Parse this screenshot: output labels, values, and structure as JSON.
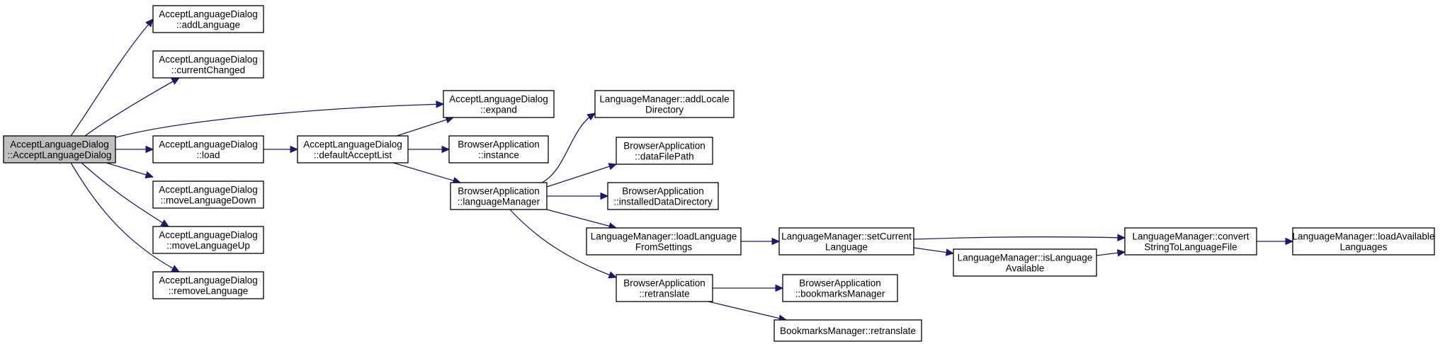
{
  "colors": {
    "edge": "#191970",
    "node_border": "#000000",
    "node_fill": "#ffffff",
    "root_fill": "#bfbfbf",
    "background": "#ffffff"
  },
  "nodes": [
    {
      "id": "n0",
      "lines": [
        "AcceptLanguageDialog",
        "::AcceptLanguageDialog"
      ],
      "root": true
    },
    {
      "id": "n1",
      "lines": [
        "AcceptLanguageDialog",
        "::addLanguage"
      ]
    },
    {
      "id": "n2",
      "lines": [
        "AcceptLanguageDialog",
        "::currentChanged"
      ]
    },
    {
      "id": "n3",
      "lines": [
        "AcceptLanguageDialog",
        "::load"
      ]
    },
    {
      "id": "n4",
      "lines": [
        "AcceptLanguageDialog",
        "::moveLanguageDown"
      ]
    },
    {
      "id": "n5",
      "lines": [
        "AcceptLanguageDialog",
        "::moveLanguageUp"
      ]
    },
    {
      "id": "n6",
      "lines": [
        "AcceptLanguageDialog",
        "::removeLanguage"
      ]
    },
    {
      "id": "n7",
      "lines": [
        "AcceptLanguageDialog",
        "::expand"
      ]
    },
    {
      "id": "n8",
      "lines": [
        "AcceptLanguageDialog",
        "::defaultAcceptList"
      ]
    },
    {
      "id": "n9",
      "lines": [
        "BrowserApplication",
        "::instance"
      ]
    },
    {
      "id": "n10",
      "lines": [
        "BrowserApplication",
        "::languageManager"
      ]
    },
    {
      "id": "n11",
      "lines": [
        "LanguageManager::addLocale",
        "Directory"
      ]
    },
    {
      "id": "n12",
      "lines": [
        "BrowserApplication",
        "::dataFilePath"
      ]
    },
    {
      "id": "n13",
      "lines": [
        "BrowserApplication",
        "::installedDataDirectory"
      ]
    },
    {
      "id": "n14",
      "lines": [
        "LanguageManager::loadLanguage",
        "FromSettings"
      ]
    },
    {
      "id": "n15",
      "lines": [
        "BrowserApplication",
        "::retranslate"
      ]
    },
    {
      "id": "n16",
      "lines": [
        "LanguageManager::setCurrent",
        "Language"
      ]
    },
    {
      "id": "n17",
      "lines": [
        "BrowserApplication",
        "::bookmarksManager"
      ]
    },
    {
      "id": "n18",
      "lines": [
        "BookmarksManager::retranslate"
      ]
    },
    {
      "id": "n19",
      "lines": [
        "LanguageManager::isLanguage",
        "Available"
      ]
    },
    {
      "id": "n20",
      "lines": [
        "LanguageManager::convert",
        "StringToLanguageFile"
      ]
    },
    {
      "id": "n21",
      "lines": [
        "LanguageManager::loadAvailable",
        "Languages"
      ]
    }
  ],
  "edges": [
    {
      "from": "n0",
      "to": "n1"
    },
    {
      "from": "n0",
      "to": "n2"
    },
    {
      "from": "n0",
      "to": "n7"
    },
    {
      "from": "n0",
      "to": "n3"
    },
    {
      "from": "n0",
      "to": "n4"
    },
    {
      "from": "n0",
      "to": "n5"
    },
    {
      "from": "n0",
      "to": "n6"
    },
    {
      "from": "n3",
      "to": "n8"
    },
    {
      "from": "n8",
      "to": "n7"
    },
    {
      "from": "n8",
      "to": "n9"
    },
    {
      "from": "n8",
      "to": "n10"
    },
    {
      "from": "n10",
      "to": "n11"
    },
    {
      "from": "n10",
      "to": "n12"
    },
    {
      "from": "n10",
      "to": "n13"
    },
    {
      "from": "n10",
      "to": "n14"
    },
    {
      "from": "n10",
      "to": "n15"
    },
    {
      "from": "n14",
      "to": "n16"
    },
    {
      "from": "n15",
      "to": "n17"
    },
    {
      "from": "n15",
      "to": "n18"
    },
    {
      "from": "n16",
      "to": "n20"
    },
    {
      "from": "n16",
      "to": "n19"
    },
    {
      "from": "n19",
      "to": "n20"
    },
    {
      "from": "n20",
      "to": "n21"
    }
  ]
}
